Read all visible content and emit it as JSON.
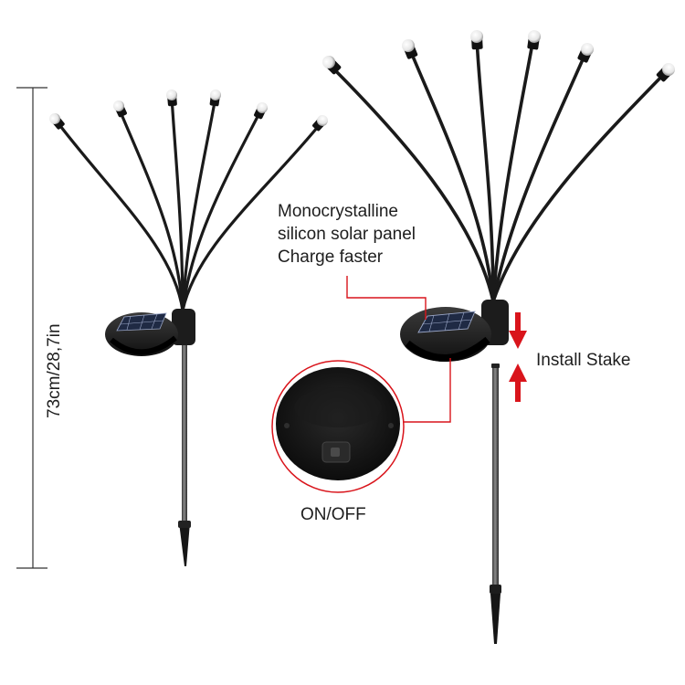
{
  "labels": {
    "panel_line1": "Monocrystalline",
    "panel_line2": "silicon solar panel",
    "panel_line3": "Charge faster",
    "height": "73cm/28,7in",
    "switch": "ON/OFF",
    "stake": "Install Stake"
  },
  "colors": {
    "callout_line": "#d9141b",
    "arrow": "#d9141b",
    "stem": "#1a1a1a",
    "dimension_line": "#333333"
  },
  "products": {
    "left_bulb_count": 6,
    "right_bulb_count": 6
  }
}
